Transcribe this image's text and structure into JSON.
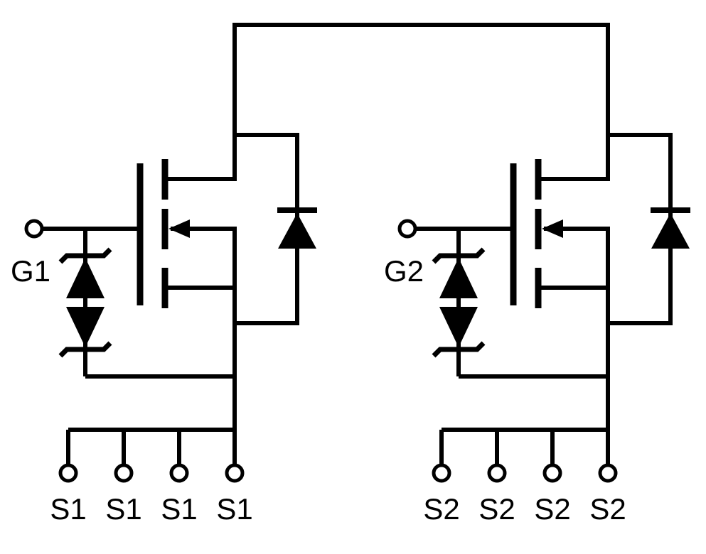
{
  "schematic": {
    "background_color": "#ffffff",
    "line_color": "#000000",
    "left_transistor": {
      "gate_label": "G1",
      "source_labels": [
        "S1",
        "S1",
        "S1",
        "S1"
      ]
    },
    "right_transistor": {
      "gate_label": "G2",
      "source_labels": [
        "S2",
        "S2",
        "S2",
        "S2"
      ]
    }
  }
}
